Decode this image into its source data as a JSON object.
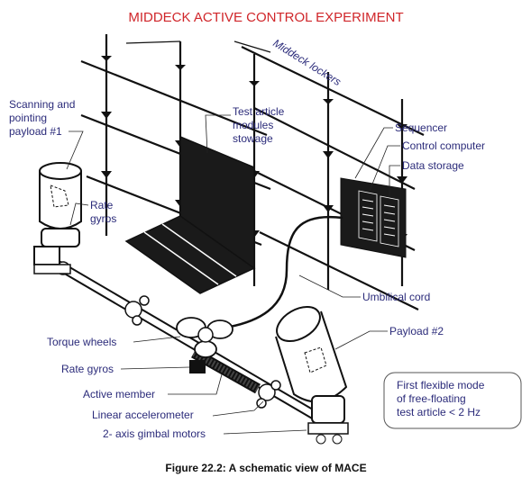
{
  "title": "MIDDECK ACTIVE CONTROL EXPERIMENT",
  "caption": "Figure 22.2: A schematic view of MACE",
  "labels": {
    "middeck_lockers": "Middeck lockers",
    "scanning_payload": [
      "Scanning and",
      "pointing",
      "payload #1"
    ],
    "test_article_stowage": [
      "Test article",
      "modules",
      "stowage"
    ],
    "rate_gyros_top": [
      "Rate",
      "gyros"
    ],
    "sequencer": "Sequencer",
    "control_computer": "Control computer",
    "data_storage": "Data storage",
    "umbilical_cord": "Umbilical cord",
    "payload_2": "Payload #2",
    "torque_wheels": "Torque wheels",
    "rate_gyros": "Rate gyros",
    "active_member": "Active member",
    "linear_accelerometer": "Linear accelerometer",
    "gimbal_motors": "2- axis gimbal motors"
  },
  "note_box": [
    "First flexible mode",
    "of free-floating",
    "test article < 2 Hz"
  ],
  "colors": {
    "title": "#d0262a",
    "labels": "#2b2b7a",
    "lines": "#111111"
  }
}
